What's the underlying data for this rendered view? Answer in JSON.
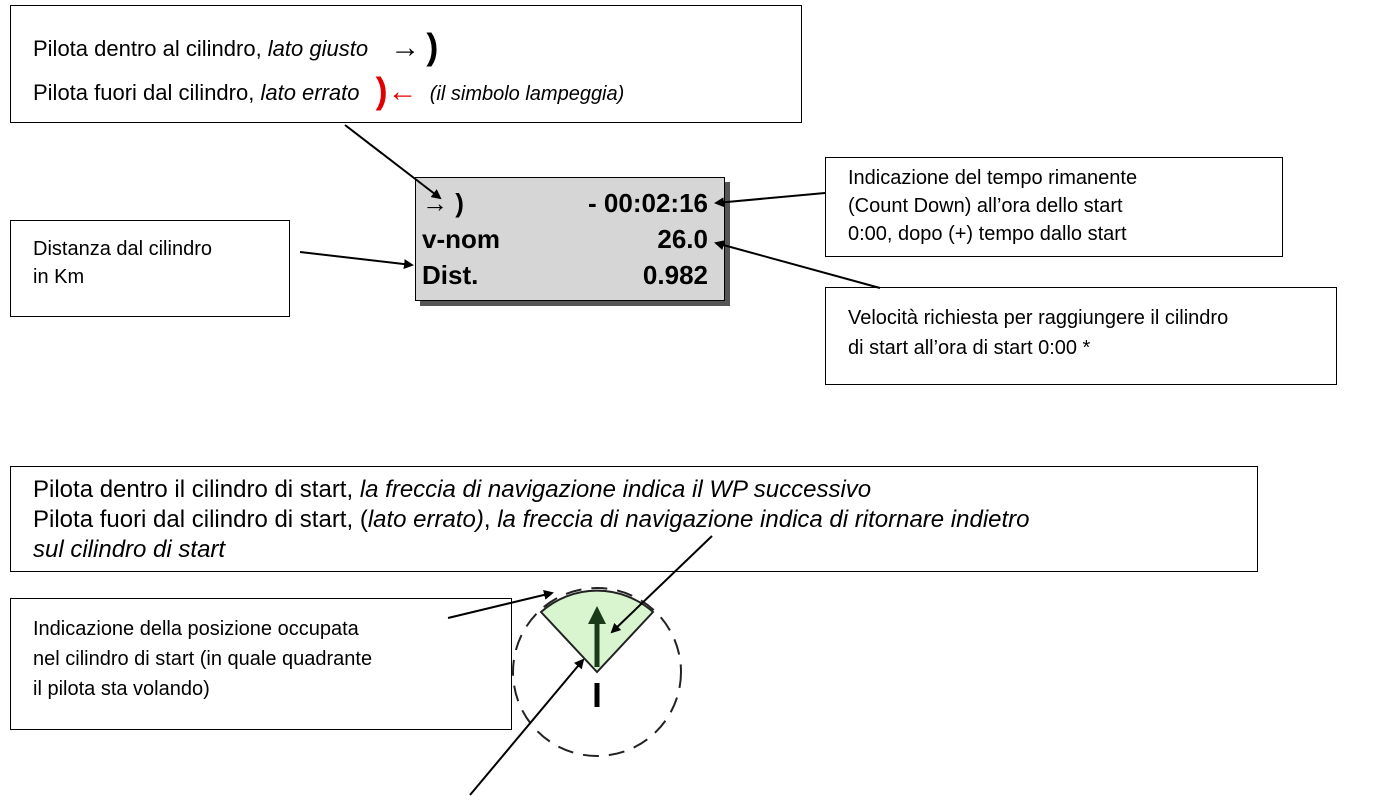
{
  "legend": {
    "line1_prefix": "Pilota dentro al cilindro, ",
    "line1_italic": "lato giusto",
    "line1_arrow": "→",
    "line1_paren": ")",
    "line2_prefix": "Pilota fuori dal cilindro, ",
    "line2_italic": "lato errato",
    "line2_paren": ")",
    "line2_arrow": "←",
    "line2_note": "(il simbolo lampeggia)"
  },
  "display": {
    "row1_left": "→ )",
    "row1_right": "- 00:02:16",
    "row2_left": "v-nom",
    "row2_right": "26.0",
    "row3_left": "Dist.",
    "row3_right": "0.982"
  },
  "callouts": {
    "distance_line1": "Distanza dal cilindro",
    "distance_line2": "in Km",
    "countdown_line1": "Indicazione del tempo rimanente",
    "countdown_line2": "(Count Down) all’ora dello start",
    "countdown_line3": "0:00,  dopo (+) tempo dallo start",
    "speed_line1": "Velocità richiesta per raggiungere il cilindro",
    "speed_line2": "di start all’ora di start 0:00 *"
  },
  "start_box": {
    "line1_prefix": "Pilota dentro il cilindro di start, ",
    "line1_italic": "la freccia di navigazione indica il WP successivo",
    "line2_prefix": "Pilota fuori dal cilindro di start, (",
    "line2_italic1": "lato errato)",
    "line2_mid": ", ",
    "line2_italic2": "la freccia di navigazione indica di ritornare indietro",
    "line3_italic": "sul cilindro di start"
  },
  "quadrant_box": {
    "line1": "Indicazione della posizione occupata",
    "line2": "nel cilindro di start (in quale quadrante",
    "line3": "il pilota sta volando)"
  },
  "colors": {
    "lcd_background": "#d6d6d6",
    "warning_red": "#e00000",
    "quadrant_fill": "#d8f5d0",
    "arrow_dark": "#1a3a1a"
  },
  "icons": {
    "right_arrow": "arrow-right-icon",
    "left_arrow": "arrow-left-icon",
    "navigation_arrow": "navigation-arrow-icon",
    "start_cylinder": "start-cylinder-icon"
  }
}
